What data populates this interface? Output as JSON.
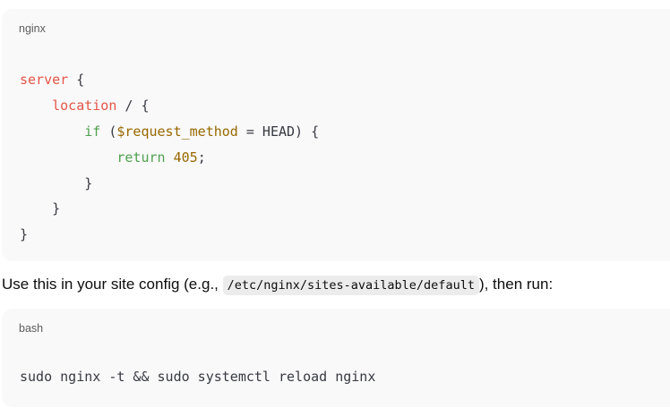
{
  "blocks": [
    {
      "language": "nginx",
      "lines": [
        [
          {
            "t": "server",
            "c": "kw-red"
          },
          {
            "t": " {",
            "c": "punc"
          }
        ],
        [
          {
            "t": "    ",
            "c": "punc"
          },
          {
            "t": "location",
            "c": "kw-red"
          },
          {
            "t": " / {",
            "c": "punc"
          }
        ],
        [
          {
            "t": "        ",
            "c": "punc"
          },
          {
            "t": "if",
            "c": "kw-green"
          },
          {
            "t": " (",
            "c": "punc"
          },
          {
            "t": "$request_method",
            "c": "var"
          },
          {
            "t": " = HEAD) {",
            "c": "punc"
          }
        ],
        [
          {
            "t": "            ",
            "c": "punc"
          },
          {
            "t": "return",
            "c": "kw-green"
          },
          {
            "t": " ",
            "c": "punc"
          },
          {
            "t": "405",
            "c": "num"
          },
          {
            "t": ";",
            "c": "punc"
          }
        ],
        [
          {
            "t": "        }",
            "c": "punc"
          }
        ],
        [
          {
            "t": "    }",
            "c": "punc"
          }
        ],
        [
          {
            "t": "}",
            "c": "punc"
          }
        ]
      ]
    },
    {
      "language": "bash",
      "lines": [
        [
          {
            "t": "sudo nginx -t && sudo systemctl reload nginx",
            "c": "punc"
          }
        ]
      ]
    }
  ],
  "paragraph": {
    "before": "Use this in your site config (e.g., ",
    "code": "/etc/nginx/sites-available/default",
    "after": "), then run:"
  }
}
